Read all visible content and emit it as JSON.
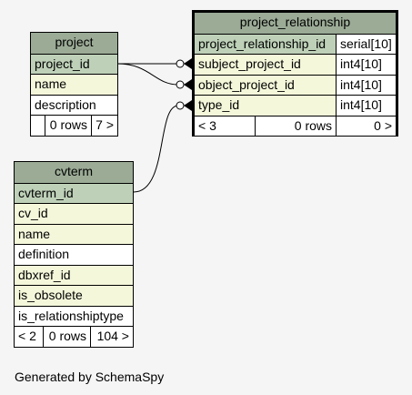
{
  "tables": {
    "project": {
      "name": "project",
      "columns": [
        "project_id",
        "name",
        "description"
      ],
      "rows_label": "0 rows",
      "children_label": "7 >"
    },
    "project_relationship": {
      "name": "project_relationship",
      "columns": [
        {
          "name": "project_relationship_id",
          "type": "serial[10]"
        },
        {
          "name": "subject_project_id",
          "type": "int4[10]"
        },
        {
          "name": "object_project_id",
          "type": "int4[10]"
        },
        {
          "name": "type_id",
          "type": "int4[10]"
        }
      ],
      "parents_label": "< 3",
      "rows_label": "0 rows",
      "children_label": "0 >"
    },
    "cvterm": {
      "name": "cvterm",
      "columns": [
        "cvterm_id",
        "cv_id",
        "name",
        "definition",
        "dbxref_id",
        "is_obsolete",
        "is_relationshiptype"
      ],
      "parents_label": "< 2",
      "rows_label": "0 rows",
      "children_label": "104 >"
    }
  },
  "footer": "Generated by SchemaSpy",
  "colors": {
    "header": "#9bab96",
    "primary_key": "#bed1b8",
    "foreign_key": "#f4f7da",
    "background": "#f5f5f5"
  }
}
